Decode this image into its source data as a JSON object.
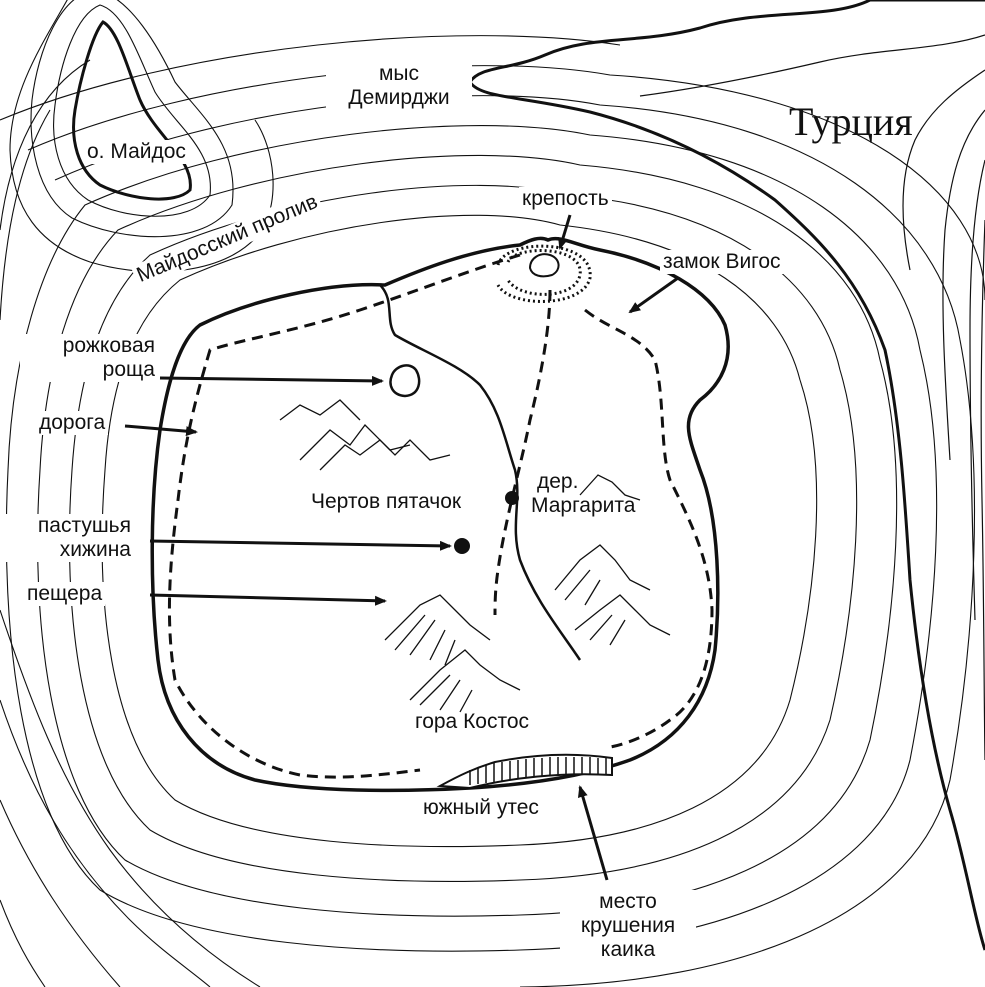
{
  "colors": {
    "ink": "#111111",
    "paper": "#ffffff"
  },
  "labels": {
    "turkey": "Турция",
    "cape_1": "мыс",
    "cape_2": "Демирджи",
    "maidos_island": "о. Майдос",
    "strait": "Майдосский пролив",
    "fortress": "крепость",
    "vigos_castle": "замок Вигос",
    "carob_1": "рожковая",
    "carob_2": "роща",
    "road": "дорога",
    "devils": "Чертов пятачок",
    "village_1": "дер.",
    "village_2": "Маргарита",
    "hut_1": "пастушья",
    "hut_2": "хижина",
    "cave": "пещера",
    "mount": "гора Костос",
    "cliff": "южный утес",
    "wreck_1": "место",
    "wreck_2": "крушения",
    "wreck_3": "каика"
  }
}
